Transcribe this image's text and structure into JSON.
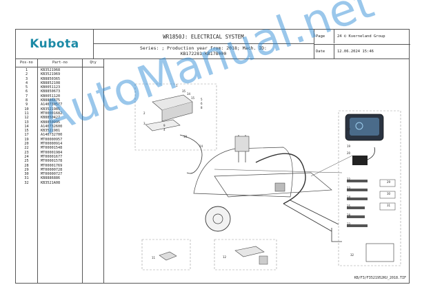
{
  "header": {
    "brand": "Kubota",
    "title": "WR1850J: ELECTRICAL SYSTEM",
    "series_line1": "Series: ; Production year from: 2018; Mach. ID:",
    "series_line2": "KB172281-KB178000",
    "page_label": "Page",
    "page_value": "24   © Kverneland Group",
    "date_label": "Date",
    "date_value": "12.06.2024  15:46"
  },
  "parts_table": {
    "headers": {
      "pos": "Pos-no",
      "part": "Part-no",
      "qty": "Qty"
    },
    "rows": [
      {
        "pos": "1",
        "part": "KB3521968"
      },
      {
        "pos": "2",
        "part": "KB3521969"
      },
      {
        "pos": "3",
        "part": "KB8850365"
      },
      {
        "pos": "4",
        "part": "KB8852108"
      },
      {
        "pos": "5",
        "part": "KB0051123"
      },
      {
        "pos": "6",
        "part": "KB8850673"
      },
      {
        "pos": "7",
        "part": "KB0051120"
      },
      {
        "pos": "8",
        "part": "KB8886875"
      },
      {
        "pos": "9",
        "part": "A140730577"
      },
      {
        "pos": "10",
        "part": "KB3521985"
      },
      {
        "pos": "11",
        "part": "MT00001682"
      },
      {
        "pos": "12",
        "part": "KB8850427"
      },
      {
        "pos": "13",
        "part": "KB8850995"
      },
      {
        "pos": "14",
        "part": "A140732600"
      },
      {
        "pos": "15",
        "part": "KB3521981"
      },
      {
        "pos": "17",
        "part": "A140732700"
      },
      {
        "pos": "19",
        "part": "MT00000957"
      },
      {
        "pos": "20",
        "part": "MT00000914"
      },
      {
        "pos": "22",
        "part": "MT00001548"
      },
      {
        "pos": "23",
        "part": "MT00001984"
      },
      {
        "pos": "24",
        "part": "MT00001677"
      },
      {
        "pos": "25",
        "part": "MT00001578"
      },
      {
        "pos": "28",
        "part": "MT00001769"
      },
      {
        "pos": "29",
        "part": "MT00000728"
      },
      {
        "pos": "30",
        "part": "MT00000727"
      },
      {
        "pos": "31",
        "part": "KB8886886"
      },
      {
        "pos": "32",
        "part": "KB3521A08"
      }
    ]
  },
  "drawing": {
    "callouts": [
      "1",
      "2",
      "3",
      "4",
      "5",
      "6",
      "8",
      "9",
      "10",
      "11",
      "12",
      "14",
      "15",
      "17",
      "19",
      "20",
      "22",
      "23",
      "24",
      "25",
      "28",
      "29",
      "30",
      "31",
      "32",
      "33",
      "34",
      "35"
    ]
  },
  "footer": {
    "file": "KB/F3/F3521952KU_2018.TIF"
  },
  "watermark": {
    "text": "AutoManual.net"
  },
  "colors": {
    "brand": "#1c8aa6",
    "watermark": "#1e82d2",
    "lines": "#555555"
  }
}
